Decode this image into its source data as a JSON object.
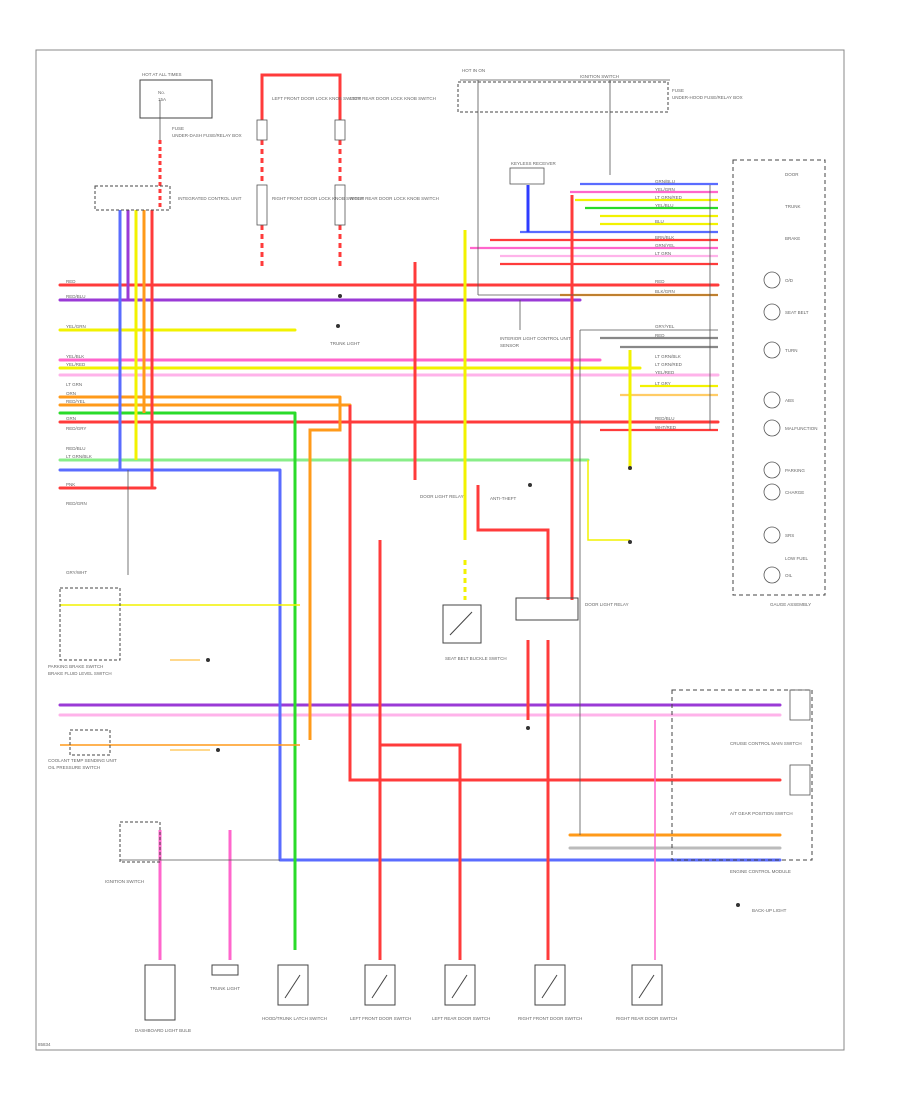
{
  "diagram": {
    "footer_code": "85834",
    "wire_colors": {
      "red": "#ff3b3b",
      "pink": "#ff66cc",
      "violet": "#9a3ad6",
      "blue": "#2e3cff",
      "green": "#2adb2a",
      "yellow": "#f2f200",
      "orange": "#ff9a1a",
      "gray": "#9a9a9a",
      "black": "#333333",
      "lightpink": "#ffb3ea",
      "darkred": "#d41f1f"
    },
    "left_wire_labels": [
      "RED",
      "RED/BLU",
      "YEL/GRN",
      "YEL/BLK",
      "YEL/RED",
      "LT GRN",
      "ORN",
      "RED/YEL",
      "GRN",
      "RED/GRY",
      "RED/BLU",
      "LT GRN/BLK",
      "PNK",
      "RED/GRN",
      "GRY/WHT"
    ],
    "right_wire_labels": [
      "GRN/BLU",
      "YEL/GRN",
      "LT GRN/RED",
      "YEL/BLU",
      "BLU",
      "BRN/BLK",
      "GRN/YEL",
      "LT GRN",
      "RED",
      "BLK/GRN",
      "GRY/YEL",
      "RED",
      "LT GRN/BLK",
      "LT GRN/RED",
      "YEL/RED",
      "LT GRY",
      "RED/BLU",
      "WHT/RED"
    ],
    "components": {
      "top_fuse_box": [
        "HOT AT ALL TIMES",
        "No.",
        "15A",
        "FUSE",
        "UNDER-DASH FUSE/RELAY BOX"
      ],
      "integrated_control": "INTEGRATED CONTROL UNIT",
      "left_doors": [
        "LEFT FRONT DOOR LOCK KNOB SWITCH",
        "LEFT REAR DOOR LOCK KNOB SWITCH"
      ],
      "right_doors": [
        "RIGHT FRONT DOOR LOCK KNOB SWITCH",
        "RIGHT REAR DOOR LOCK KNOB SWITCH"
      ],
      "ignition_fuse": [
        "HOT IN ON",
        "IGNITION SWITCH",
        "FUSE",
        "UNDER-HOOD FUSE/RELAY BOX"
      ],
      "seat_belt_buckle": "SEAT BELT BUCKLE SWITCH",
      "center_sensor": [
        "INTERIOR LIGHT CONTROL UNIT",
        "SENSOR"
      ],
      "gauge_assembly": "GAUGE ASSEMBLY",
      "gauge_items": [
        "DOOR",
        "TRUNK",
        "BRAKE",
        "O/D",
        "SEAT BELT",
        "TURN",
        "ABS",
        "MALFUNCTION",
        "PARKING",
        "CHARGE",
        "SRS",
        "LOW FUEL",
        "OIL"
      ],
      "left_switches": [
        "PARKING BRAKE SWITCH",
        "BRAKE FLUID LEVEL SWITCH",
        "COOLANT TEMP SENDING UNIT",
        "OIL PRESSURE SWITCH"
      ],
      "bottom_parts": [
        "DASHBOARD LIGHT BULB",
        "TRUNK LIGHT",
        "HOOD/TRUNK LATCH SWITCH",
        "LEFT FRONT DOOR SWITCH",
        "LEFT REAR DOOR SWITCH",
        "RIGHT FRONT DOOR SWITCH",
        "RIGHT REAR DOOR SWITCH"
      ],
      "right_switches": [
        "CRUISE CONTROL MAIN SWITCH",
        "A/T GEAR POSITION SWITCH",
        "ENGINE CONTROL MODULE"
      ],
      "misc": [
        "TRUNK LIGHT",
        "DOOR LIGHT RELAY",
        "KEYLESS RECEIVER",
        "ANTI-THEFT",
        "BACK-UP LIGHT"
      ]
    }
  }
}
